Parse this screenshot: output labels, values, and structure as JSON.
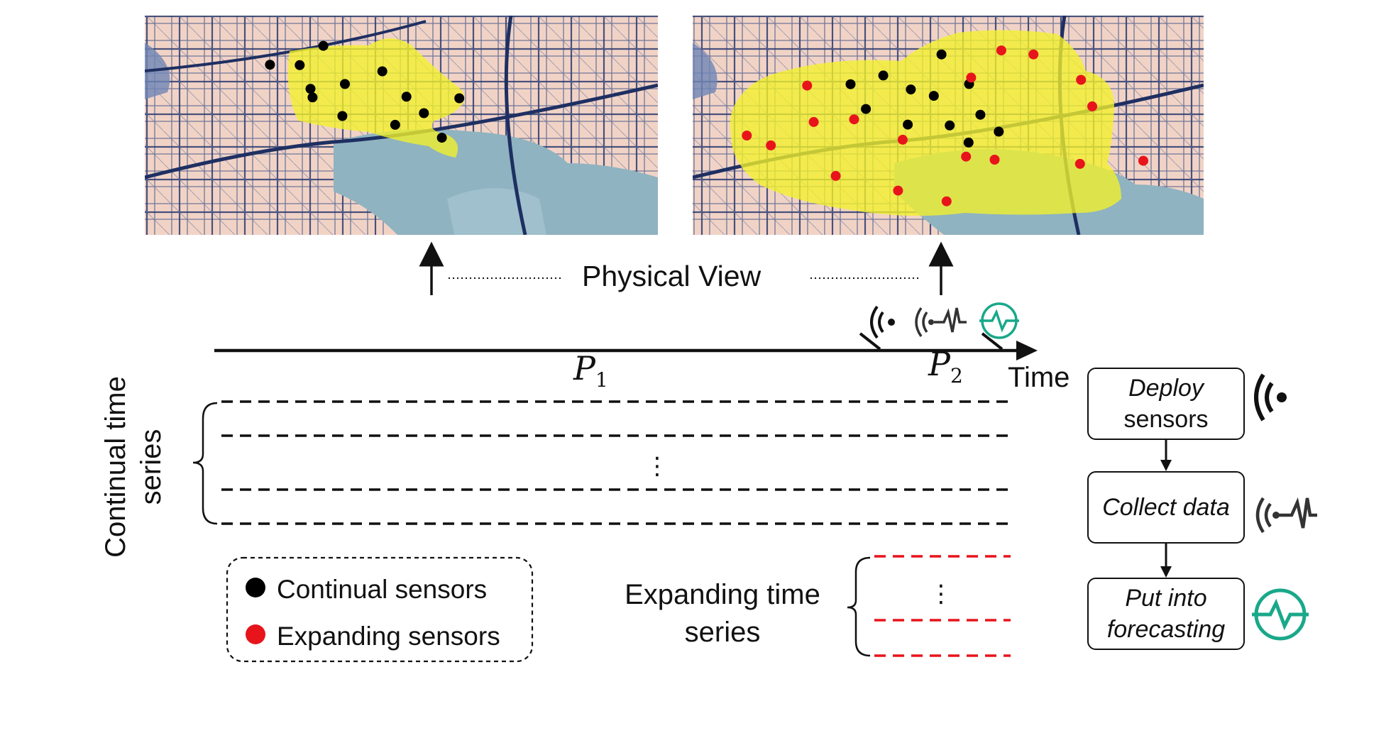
{
  "physical_view": {
    "label": "Physical View"
  },
  "timeline": {
    "axis_label": "Time",
    "periods": [
      {
        "name": "P",
        "subscript": "1"
      },
      {
        "name": "P",
        "subscript": "2"
      }
    ]
  },
  "continual": {
    "label": "Continual time series",
    "ellipsis": "⋮"
  },
  "expanding": {
    "label": "Expanding time series",
    "ellipsis": "⋮"
  },
  "legend": {
    "items": [
      {
        "label": "Continual sensors",
        "color": "#000000"
      },
      {
        "label": "Expanding sensors",
        "color": "#e8141b"
      }
    ]
  },
  "steps": [
    {
      "line1": "Deploy",
      "line2": "sensors",
      "icon": "sensor-broadcast-icon"
    },
    {
      "line1": "Collect data",
      "line2": "",
      "icon": "signal-waveform-icon"
    },
    {
      "line1": "Put into",
      "line2": "forecasting",
      "icon": "forecast-pulse-icon"
    }
  ],
  "colors": {
    "coverage": "#f4f22a",
    "sensor_continual": "#000000",
    "sensor_expanding": "#e8141b",
    "expanding_line": "#e8141b",
    "forecast_icon": "#1aa88a",
    "water": "#8fb3c0",
    "land": "#f1d3c6",
    "roads": "#243b73"
  },
  "maps": [
    {
      "name": "period-1-map",
      "sensors": {
        "continual": [
          [
            0.348,
            0.138
          ],
          [
            0.244,
            0.224
          ],
          [
            0.302,
            0.226
          ],
          [
            0.463,
            0.254
          ],
          [
            0.323,
            0.334
          ],
          [
            0.39,
            0.312
          ],
          [
            0.51,
            0.37
          ],
          [
            0.327,
            0.373
          ],
          [
            0.613,
            0.377
          ],
          [
            0.544,
            0.445
          ],
          [
            0.385,
            0.458
          ],
          [
            0.488,
            0.498
          ],
          [
            0.579,
            0.557
          ]
        ]
      }
    },
    {
      "name": "period-2-map",
      "sensors": {
        "continual": [
          [
            0.487,
            0.177
          ],
          [
            0.373,
            0.273
          ],
          [
            0.309,
            0.313
          ],
          [
            0.427,
            0.337
          ],
          [
            0.472,
            0.366
          ],
          [
            0.541,
            0.312
          ],
          [
            0.563,
            0.452
          ],
          [
            0.339,
            0.426
          ],
          [
            0.421,
            0.497
          ],
          [
            0.503,
            0.501
          ],
          [
            0.599,
            0.529
          ],
          [
            0.54,
            0.579
          ]
        ],
        "expanding": [
          [
            0.604,
            0.159
          ],
          [
            0.667,
            0.177
          ],
          [
            0.545,
            0.283
          ],
          [
            0.76,
            0.293
          ],
          [
            0.782,
            0.414
          ],
          [
            0.224,
            0.319
          ],
          [
            0.237,
            0.485
          ],
          [
            0.316,
            0.473
          ],
          [
            0.411,
            0.566
          ],
          [
            0.535,
            0.643
          ],
          [
            0.591,
            0.657
          ],
          [
            0.758,
            0.676
          ],
          [
            0.882,
            0.662
          ],
          [
            0.106,
            0.547
          ],
          [
            0.153,
            0.592
          ],
          [
            0.28,
            0.731
          ],
          [
            0.402,
            0.798
          ],
          [
            0.497,
            0.847
          ]
        ]
      }
    }
  ]
}
